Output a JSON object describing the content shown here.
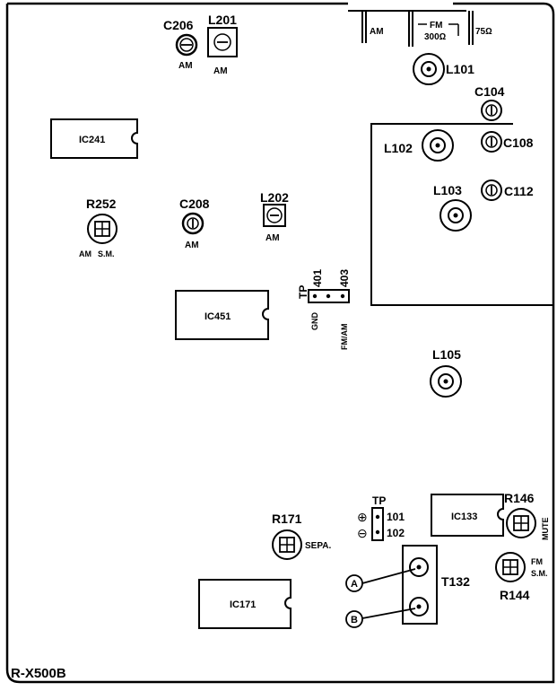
{
  "board": {
    "model": "R-X500B"
  },
  "antenna": {
    "am": "AM",
    "fm": "FM",
    "fm_300": "300Ω",
    "fm_75": "75Ω"
  },
  "components": {
    "c206": {
      "ref": "C206",
      "note": "AM"
    },
    "l201": {
      "ref": "L201",
      "note": "AM"
    },
    "l101": {
      "ref": "L101"
    },
    "c104": {
      "ref": "C104"
    },
    "l102": {
      "ref": "L102"
    },
    "c108": {
      "ref": "C108"
    },
    "l103": {
      "ref": "L103"
    },
    "c112": {
      "ref": "C112"
    },
    "ic241": {
      "ref": "IC241"
    },
    "r252": {
      "ref": "R252",
      "note_1": "AM",
      "note_2": "S.M."
    },
    "c208": {
      "ref": "C208",
      "note": "AM"
    },
    "l202": {
      "ref": "L202",
      "note": "AM"
    },
    "ic451": {
      "ref": "IC451"
    },
    "tp_top": {
      "label": "TP",
      "pin1": "401",
      "pin2": "403",
      "gnd": "GND",
      "fmam": "FM/AM"
    },
    "l105": {
      "ref": "L105"
    },
    "tp_bottom": {
      "label": "TP",
      "pin1": "101",
      "pin2": "102",
      "plus": "⊕",
      "minus": "⊖"
    },
    "ic133": {
      "ref": "IC133"
    },
    "r146": {
      "ref": "R146",
      "note": "MUTE"
    },
    "r171": {
      "ref": "R171",
      "note": "SEPA."
    },
    "t132": {
      "ref": "T132",
      "point_a": "A",
      "point_b": "B"
    },
    "r144": {
      "ref": "R144",
      "note_1": "FM",
      "note_2": "S.M."
    },
    "ic171": {
      "ref": "IC171"
    }
  }
}
